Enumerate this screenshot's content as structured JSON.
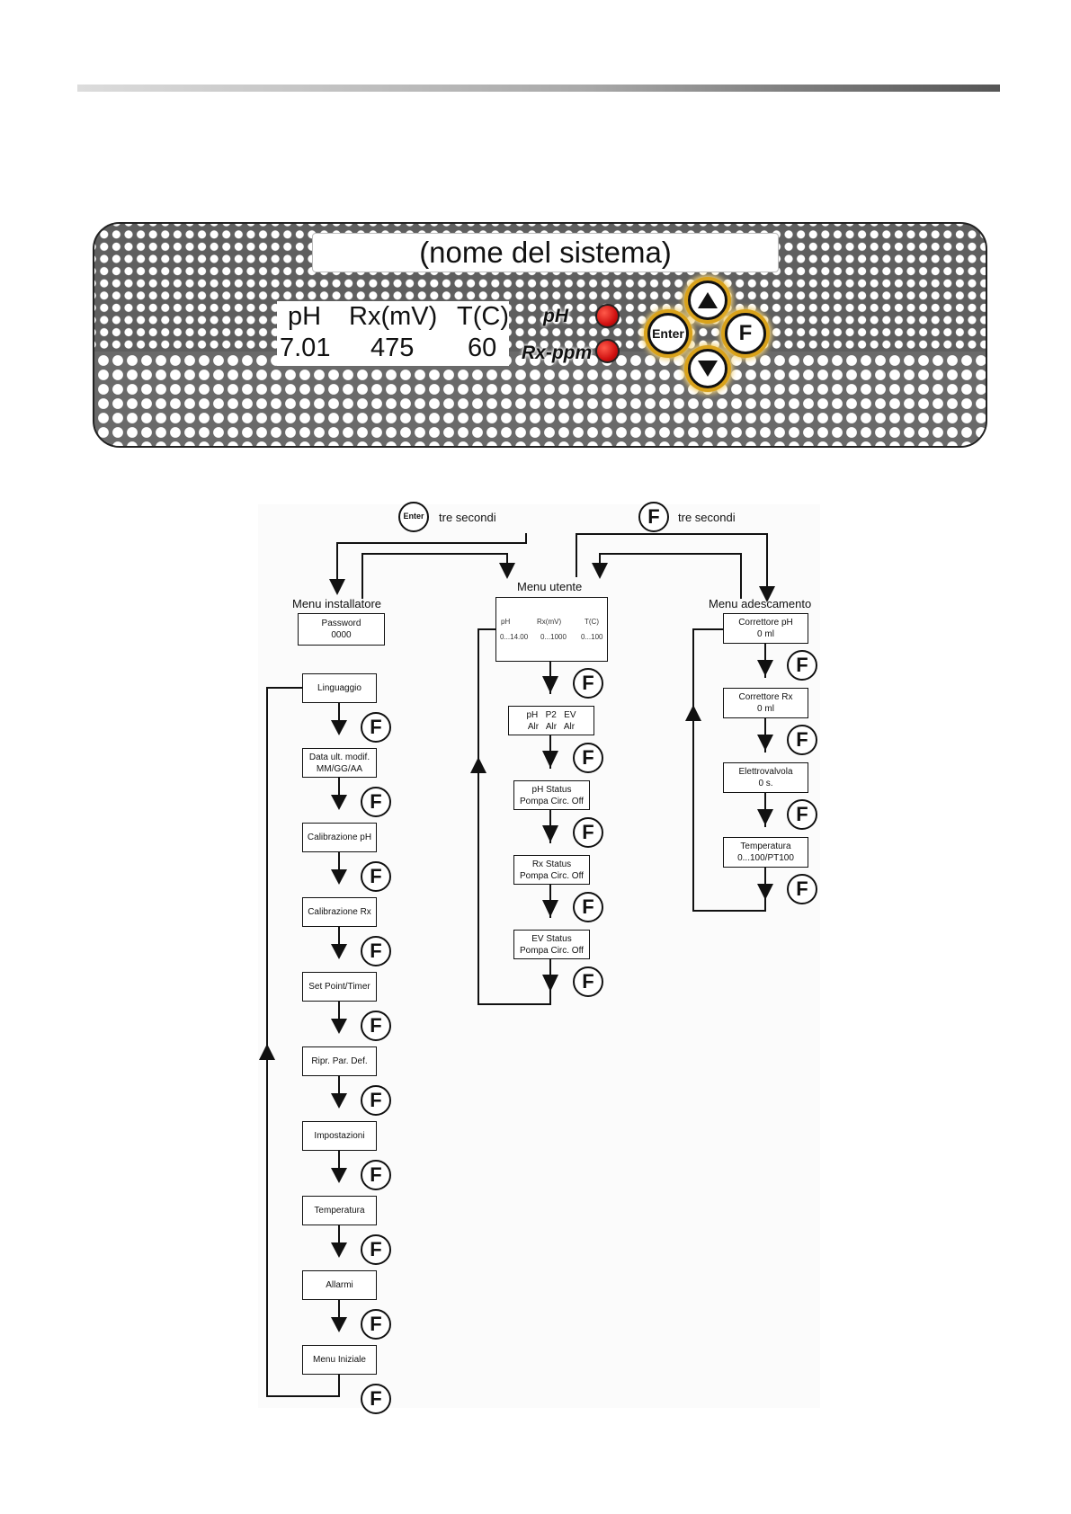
{
  "panel": {
    "system_name": "(nome del sistema)",
    "display": {
      "headers": [
        "pH",
        "Rx(mV)",
        "T(C)"
      ],
      "values": [
        "7.01",
        "475",
        "60"
      ]
    },
    "leds": [
      "pH",
      "Rx-ppm"
    ],
    "buttons": {
      "enter": "Enter",
      "f": "F"
    },
    "colors": {
      "led": "#d01111",
      "button_ring": "#d9a21b"
    }
  },
  "diagram": {
    "enter_hint": "tre secondi",
    "f_hint": "tre secondi",
    "enter_button": "Enter",
    "f_button": "F",
    "installer": {
      "title": "Menu installatore",
      "password": [
        "Password",
        "0000"
      ],
      "items": [
        [
          "Linguaggio"
        ],
        [
          "Data ult. modif.",
          "MM/GG/AA"
        ],
        [
          "Calibrazione pH"
        ],
        [
          "Calibrazione Rx"
        ],
        [
          "Set Point/Timer"
        ],
        [
          "Ripr. Par. Def."
        ],
        [
          "Impostazioni"
        ],
        [
          "Temperatura"
        ],
        [
          "Allarmi"
        ],
        [
          "Menu Iniziale"
        ]
      ]
    },
    "user": {
      "title": "Menu utente",
      "display_headers": [
        "pH",
        "Rx(mV)",
        "T(C)"
      ],
      "display_ranges": [
        "0...14.00",
        "0...1000",
        "0...100"
      ],
      "items": [
        [
          "pH   P2   EV",
          "Alr   Alr   Alr"
        ],
        [
          "pH Status",
          "Pompa Circ. Off"
        ],
        [
          "Rx Status",
          "Pompa Circ. Off"
        ],
        [
          "EV Status",
          "Pompa Circ. Off"
        ]
      ]
    },
    "priming": {
      "title": "Menu adescamento",
      "items": [
        [
          "Correttore pH",
          "0 ml"
        ],
        [
          "Correttore Rx",
          "0 ml"
        ],
        [
          "Elettrovalvola",
          "0 s."
        ],
        [
          "Temperatura",
          "0...100/PT100"
        ]
      ]
    }
  }
}
